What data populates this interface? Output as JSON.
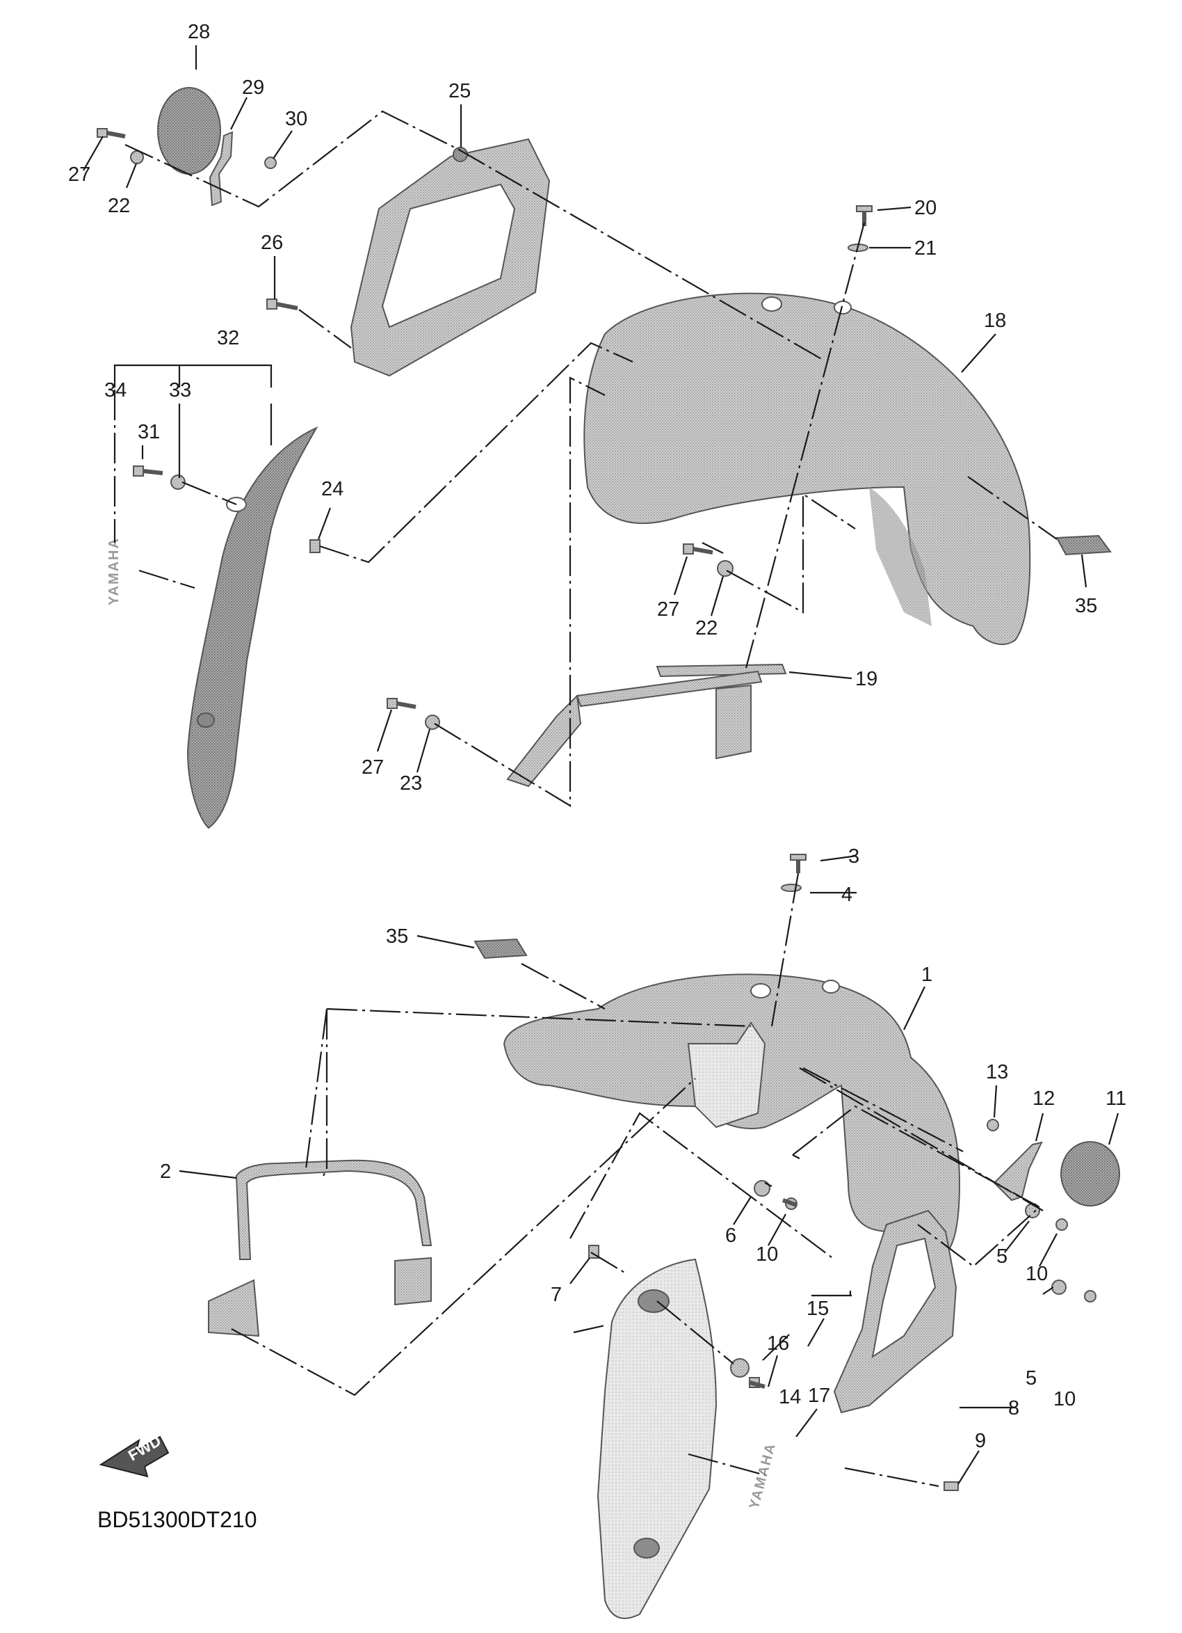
{
  "diagram": {
    "drawing_code": "BD51300DT210",
    "direction_label": "FWD",
    "logo_text": "YAMAHA",
    "callouts_upper": [
      "28",
      "29",
      "30",
      "27",
      "22",
      "25",
      "26",
      "20",
      "21",
      "18",
      "32",
      "34",
      "33",
      "31",
      "24",
      "35",
      "27",
      "22",
      "19",
      "27",
      "23"
    ],
    "callouts_lower": [
      "3",
      "4",
      "35",
      "1",
      "13",
      "12",
      "11",
      "2",
      "6",
      "10",
      "5",
      "10",
      "15",
      "16",
      "7",
      "14",
      "17",
      "5",
      "10",
      "8",
      "9"
    ]
  }
}
